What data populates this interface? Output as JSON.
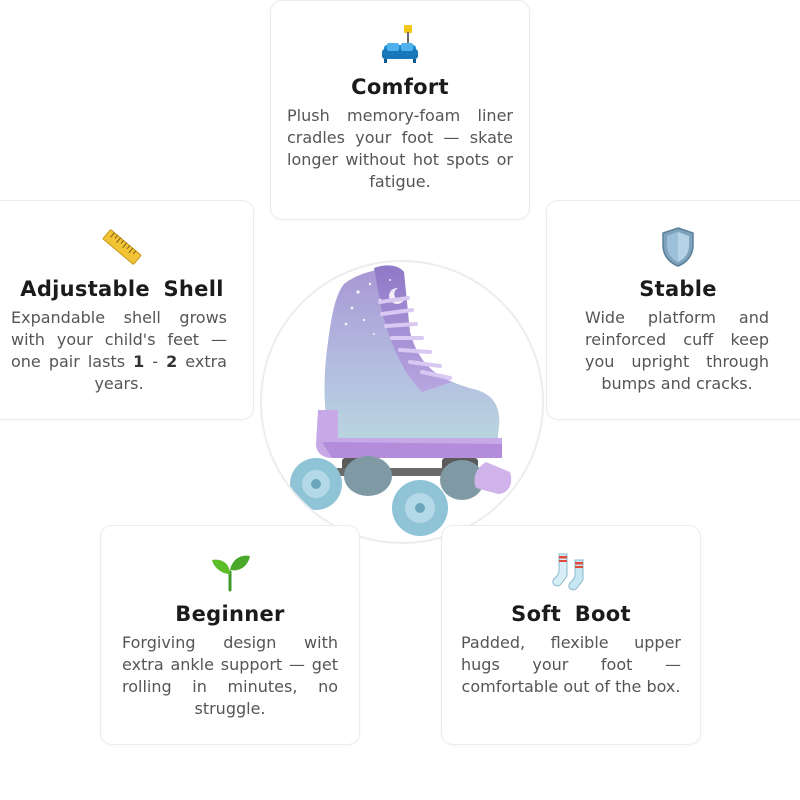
{
  "features": {
    "comfort": {
      "icon": "couch-icon",
      "title": "Comfort",
      "text": "Plush memory-foam liner cradles your foot — skate longer without hot spots or fatigue."
    },
    "adjustable": {
      "icon": "ruler-icon",
      "title": "Adjustable Shell",
      "text_before": "Expandable shell grows with your child's feet — one pair lasts ",
      "text_bold_1": "1",
      "text_dash": " - ",
      "text_bold_2": "2",
      "text_after": " extra years."
    },
    "stable": {
      "icon": "shield-icon",
      "title": "Stable",
      "text": "Wide platform and reinforced cuff keep you upright through bumps and cracks."
    },
    "beginner": {
      "icon": "seedling-icon",
      "title": "Beginner",
      "text": "Forgiving design with extra ankle support — get rolling in minutes, no struggle."
    },
    "soft_boot": {
      "icon": "socks-icon",
      "title": "Soft Boot",
      "text": "Padded, flexible upper hugs your foot — comfortable out of the box."
    }
  },
  "hero": {
    "image": "lavender-roller-skate-image",
    "colors": {
      "boot_top": "#a99bd6",
      "boot_bottom": "#b6d3df",
      "sole": "#c6a9e6",
      "laces": "#d8c6f2",
      "wheels": "#7fb8cc",
      "truck": "#595959"
    }
  }
}
